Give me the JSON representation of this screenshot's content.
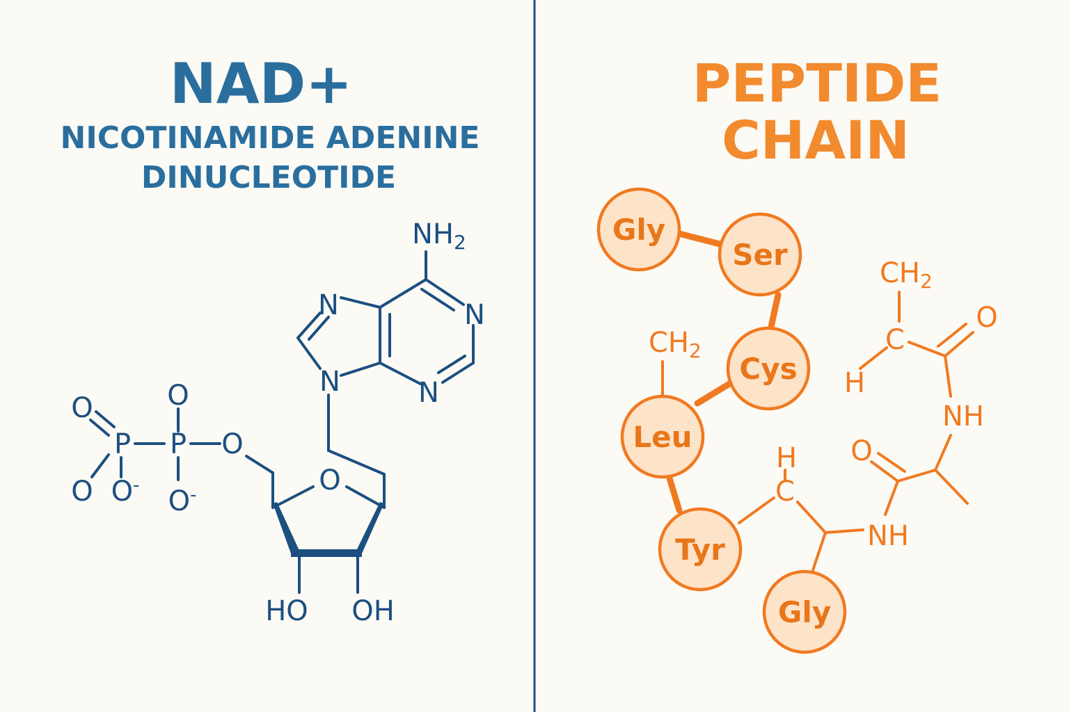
{
  "left_panel": {
    "title": "NAD+",
    "subtitle_line1": "NICOTINAMIDE ADENINE",
    "subtitle_line2": "DINUCLEOTIDE",
    "color": "#1c4f80",
    "atoms": {
      "nh2": "NH",
      "nh2_sub": "2",
      "n_top": "N",
      "n_right": "N",
      "n_bottom": "N",
      "n_nine": "N",
      "o_ring": "O",
      "o_bridge": "O",
      "o_p1_top": "O",
      "o_p1_bottom": "O",
      "o_p1_bottom_charge": "-",
      "p1": "P",
      "o_p1_left_bottom": "O",
      "p2": "P",
      "o_p2_top": "O",
      "o_p2_bottom": "O",
      "o_p2_bottom_charge": "-",
      "ho_left": "HO",
      "oh_right": "OH"
    }
  },
  "right_panel": {
    "title_line1": "PEPTIDE",
    "title_line2": "CHAIN",
    "color": "#f07a20",
    "residues": [
      "Gly",
      "Ser",
      "Cys",
      "Leu",
      "Tyr",
      "Gly"
    ],
    "atoms": {
      "ch2_left": "CH",
      "ch2_left_sub": "2",
      "ch2_right": "CH",
      "ch2_right_sub": "2",
      "c_upper": "C",
      "h_upper": "H",
      "o_upper": "O",
      "nh_upper": "NH",
      "o_lower": "O",
      "nh_lower": "NH",
      "h_lower": "H",
      "c_lower": "C"
    }
  },
  "divider_color": "#1c4f80"
}
